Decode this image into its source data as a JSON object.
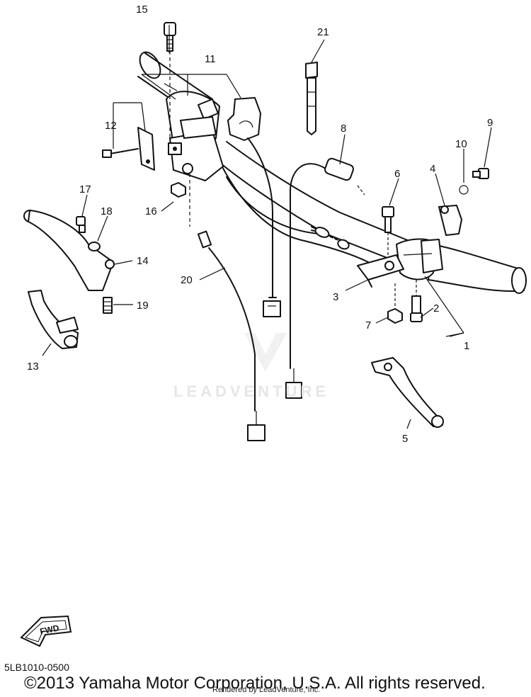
{
  "diagram": {
    "callouts": [
      "1",
      "2",
      "3",
      "4",
      "5",
      "6",
      "7",
      "8",
      "9",
      "10",
      "11",
      "12",
      "13",
      "14",
      "15",
      "16",
      "17",
      "18",
      "19",
      "20",
      "21"
    ],
    "fwd_badge": "FWD",
    "diagram_code": "5LB1010-0500",
    "copyright": "©2013 Yamaha Motor Corporation, U.S.A. All rights reserved.",
    "rendered_by": "Rendered by LeadVenture, Inc.",
    "watermark": "LEADVENTURE"
  }
}
